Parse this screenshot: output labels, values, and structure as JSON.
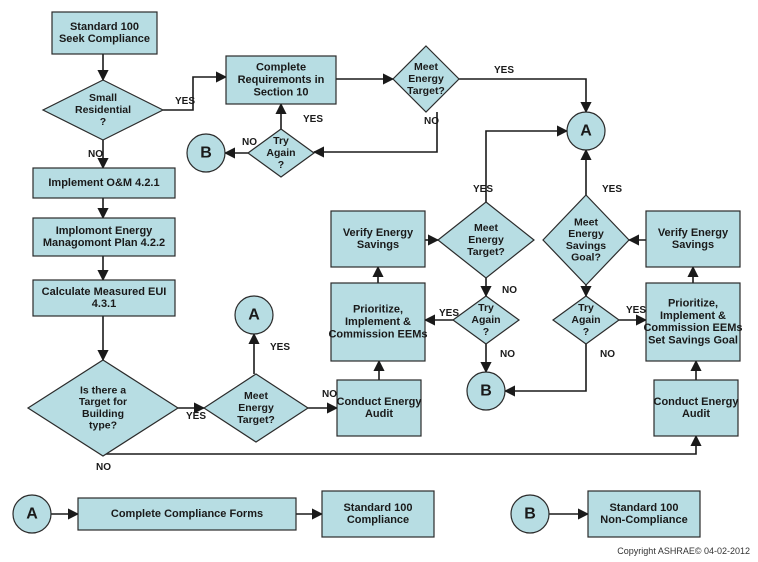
{
  "nodes": {
    "start": [
      "Standard 100",
      "Seek Compliance"
    ],
    "small_residential": [
      "Small",
      "Residential",
      "?"
    ],
    "complete_req": [
      "Complete",
      "Requiremonts in",
      "Section 10"
    ],
    "meet_target_top": [
      "Meet",
      "Energy",
      "Target?"
    ],
    "try_again_top": [
      "Try",
      "Again",
      "?"
    ],
    "b_top": [
      "B"
    ],
    "implement_om": [
      "Implement O&M 4.2.1"
    ],
    "implement_emp": [
      "Implomont Energy",
      "Managomont Plan 4.2.2"
    ],
    "calc_eui": [
      "Calculate Measured EUI",
      "4.3.1"
    ],
    "target_exists": [
      "Is there a",
      "Target for",
      "Building",
      "type?"
    ],
    "meet_target_low": [
      "Meet",
      "Energy",
      "Target?"
    ],
    "a_mid": [
      "A"
    ],
    "conduct_audit_left": [
      "Conduct Energy",
      "Audit"
    ],
    "prioritize_left": [
      "Prioritize,",
      "Implement &",
      "Commission EEMs"
    ],
    "verify_left": [
      "Verify Energy",
      "Savings"
    ],
    "meet_target_mid": [
      "Meet",
      "Energy",
      "Target?"
    ],
    "try_again_mid": [
      "Try",
      "Again",
      "?"
    ],
    "b_mid": [
      "B"
    ],
    "a_top": [
      "A"
    ],
    "meet_goal": [
      "Meet",
      "Energy",
      "Savings",
      "Goal?"
    ],
    "try_again_right": [
      "Try",
      "Again",
      "?"
    ],
    "verify_right": [
      "Verify Energy",
      "Savings"
    ],
    "prioritize_right": [
      "Prioritize,",
      "Implement &",
      "Commission  EEMs",
      "Set Savings Goal"
    ],
    "conduct_audit_right": [
      "Conduct Energy",
      "Audit"
    ],
    "a_bottom": [
      "A"
    ],
    "compliance_forms": [
      "Complete Compliance Forms"
    ],
    "std_compliance": [
      "Standard 100",
      "Compliance"
    ],
    "b_bottom": [
      "B"
    ],
    "std_noncompliance": [
      "Standard 100",
      "Non-Compliance"
    ]
  },
  "edge_labels": {
    "yes": "YES",
    "no": "NO"
  },
  "copyright": "Copyright ASHRAE© 04-02-2012"
}
